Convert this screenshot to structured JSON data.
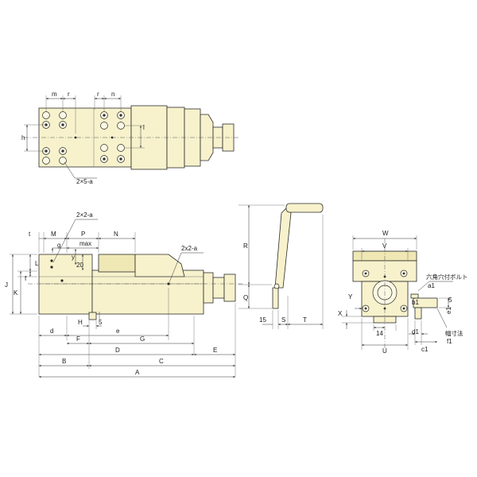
{
  "top_view": {
    "m": "m",
    "r1": "r",
    "r2": "r",
    "n": "n",
    "h": "h",
    "l": "l",
    "holes_label": "2×5-a"
  },
  "side_view": {
    "t": "t",
    "M": "M",
    "P": "P",
    "N": "N",
    "g": "g",
    "max": "max",
    "y": "y",
    "num20": "20",
    "L": "L",
    "f": "f",
    "J": "J",
    "K": "K",
    "H": "H",
    "num5": "5",
    "d": "d",
    "e": "e",
    "F": "F",
    "G": "G",
    "D": "D",
    "E": "E",
    "B": "B",
    "C": "C",
    "A": "A",
    "holes_label_a": "2×2-a",
    "holes_label_b": "2x2-a"
  },
  "handle_view": {
    "R": "R",
    "Q": "Q",
    "num15": "15",
    "S": "S",
    "T": "T"
  },
  "end_view": {
    "W": "W",
    "V": "V",
    "X": "X",
    "Y": "Y",
    "num14": "14",
    "U": "U",
    "a1": "a1",
    "b1": "b1",
    "d1": "d1",
    "e1": "e1",
    "c1": "c1",
    "f1": "f1",
    "num5": "5",
    "hex_bolt": "六角穴付ボルト",
    "width_dim": "幅寸法"
  }
}
